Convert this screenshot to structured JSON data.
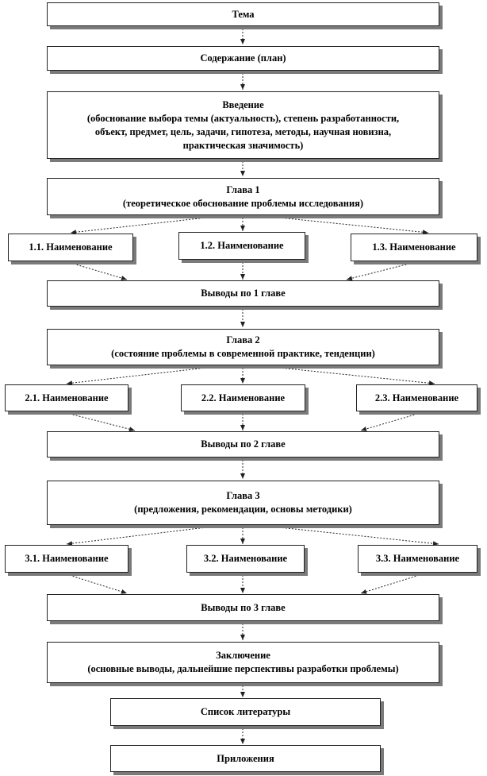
{
  "boxes": {
    "tema": {
      "lines": [
        "Тема"
      ]
    },
    "soderzhanie": {
      "lines": [
        "Содержание (план)"
      ]
    },
    "vvedenie": {
      "lines": [
        "Введение",
        "(обоснование выбора темы (актуальность), степень разработанности,",
        "объект, предмет, цель, задачи, гипотеза, методы, научная новизна,",
        "практическая значимость)"
      ]
    },
    "glava1": {
      "lines": [
        "Глава 1",
        "(теоретическое обоснование проблемы исследования)"
      ]
    },
    "p1_1": {
      "lines": [
        "1.1. Наименование"
      ]
    },
    "p1_2": {
      "lines": [
        "1.2. Наименование"
      ]
    },
    "p1_3": {
      "lines": [
        "1.3. Наименование"
      ]
    },
    "vyvody1": {
      "lines": [
        "Выводы по 1 главе"
      ]
    },
    "glava2": {
      "lines": [
        "Глава 2",
        "(состояние проблемы в современной практике, тенденции)"
      ]
    },
    "p2_1": {
      "lines": [
        "2.1. Наименование"
      ]
    },
    "p2_2": {
      "lines": [
        "2.2. Наименование"
      ]
    },
    "p2_3": {
      "lines": [
        "2.3. Наименование"
      ]
    },
    "vyvody2": {
      "lines": [
        "Выводы по 2 главе"
      ]
    },
    "glava3": {
      "lines": [
        "Глава 3",
        "(предложения, рекомендации, основы методики)"
      ]
    },
    "p3_1": {
      "lines": [
        "3.1. Наименование"
      ]
    },
    "p3_2": {
      "lines": [
        "3.2. Наименование"
      ]
    },
    "p3_3": {
      "lines": [
        "3.3. Наименование"
      ]
    },
    "vyvody3": {
      "lines": [
        "Выводы по 3 главе"
      ]
    },
    "zakluchenie": {
      "lines": [
        "Заключение",
        "(основные выводы, дальнейшие перспективы разработки проблемы)"
      ]
    },
    "spisok": {
      "lines": [
        "Список литературы"
      ]
    },
    "prilozhenia": {
      "lines": [
        "Приложения"
      ]
    }
  },
  "colors": {
    "border": "#222222",
    "shadow": "#7a7a7a",
    "arrow": "#222222"
  }
}
